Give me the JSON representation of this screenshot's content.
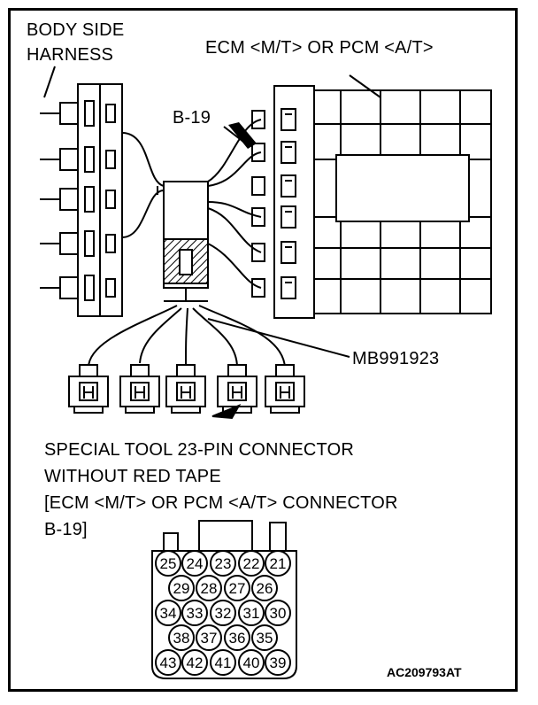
{
  "labels": {
    "body_side_harness_line1": "BODY SIDE",
    "body_side_harness_line2": "HARNESS",
    "ecm_pcm": "ECM <M/T> OR PCM <A/T>",
    "connector_b19": "B-19",
    "tool_number": "MB991923",
    "special_tool_line1": "SPECIAL TOOL 23-PIN CONNECTOR",
    "special_tool_line2": "WITHOUT RED TAPE",
    "special_tool_line3": "[ECM <M/T> OR PCM <A/T> CONNECTOR",
    "special_tool_line4": "B-19]",
    "figure_code": "AC209793AT"
  },
  "pin_rows": [
    [
      "25",
      "24",
      "23",
      "22",
      "21"
    ],
    [
      "29",
      "28",
      "27",
      "26"
    ],
    [
      "34",
      "33",
      "32",
      "31",
      "30"
    ],
    [
      "38",
      "37",
      "36",
      "35"
    ],
    [
      "43",
      "42",
      "41",
      "40",
      "39"
    ]
  ]
}
